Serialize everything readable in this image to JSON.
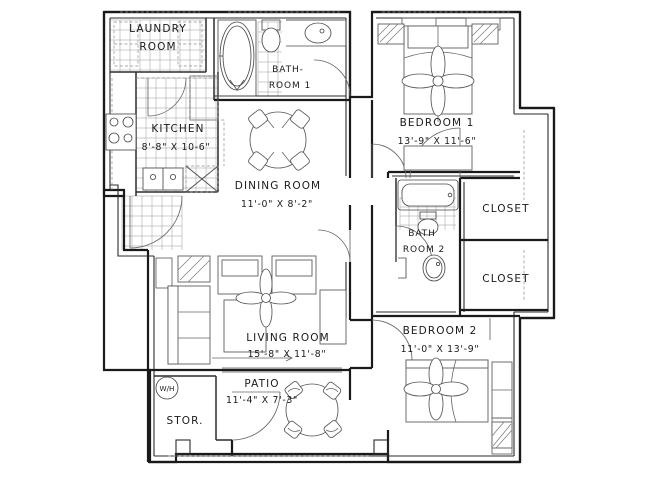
{
  "document": {
    "type": "residential-floor-plan",
    "background_color": "#ffffff",
    "line_color": "#1a1a1a"
  },
  "rooms": [
    {
      "id": "laundry",
      "name": "LAUNDRY",
      "name2": "ROOM",
      "dimensions": ""
    },
    {
      "id": "kitchen",
      "name": "KITCHEN",
      "dimensions": "8'-8\" X 10-6\""
    },
    {
      "id": "bathroom1",
      "name": "BATH-",
      "name2": "ROOM 1",
      "dimensions": ""
    },
    {
      "id": "dining",
      "name": "DINING ROOM",
      "dimensions": "11'-0\" X 8'-2\""
    },
    {
      "id": "bedroom1",
      "name": "BEDROOM 1",
      "dimensions": "13'-9\" X 11'-6\""
    },
    {
      "id": "closet1",
      "name": "CLOSET",
      "dimensions": ""
    },
    {
      "id": "closet2",
      "name": "CLOSET",
      "dimensions": ""
    },
    {
      "id": "bathroom2",
      "name": "BATH",
      "name2": "ROOM 2",
      "dimensions": ""
    },
    {
      "id": "bedroom2",
      "name": "BEDROOM 2",
      "dimensions": "11'-0\" X 13'-9\""
    },
    {
      "id": "living",
      "name": "LIVING ROOM",
      "dimensions": "15'-8\" X 11'-8\""
    },
    {
      "id": "patio",
      "name": "PATIO",
      "dimensions": "11'-4\" X 7'-3\""
    },
    {
      "id": "storage",
      "name": "STOR.",
      "dimensions": ""
    }
  ],
  "labels": {
    "laundry_line1": "LAUNDRY",
    "laundry_line2": "ROOM",
    "kitchen_name": "KITCHEN",
    "kitchen_dim": "8'-8\" X 10-6\"",
    "bathroom1_line1": "BATH-",
    "bathroom1_line2": "ROOM 1",
    "dining_name": "DINING ROOM",
    "dining_dim": "11'-0\" X 8'-2\"",
    "bedroom1_name": "BEDROOM 1",
    "bedroom1_dim": "13'-9\" X 11'-6\"",
    "closet1_name": "CLOSET",
    "closet2_name": "CLOSET",
    "bathroom2_line1": "BATH",
    "bathroom2_line2": "ROOM 2",
    "bedroom2_name": "BEDROOM 2",
    "bedroom2_dim": "11'-0\" X 13'-9\"",
    "living_name": "LIVING ROOM",
    "living_dim": "15'-8\" X 11'-8\"",
    "patio_name": "PATIO",
    "patio_dim": "11'-4\" X 7'-3\"",
    "storage_name": "STOR.",
    "water_heater": "W/H"
  },
  "fixtures": [
    {
      "name": "bathtub-oval",
      "room": "bathroom1"
    },
    {
      "name": "toilet",
      "room": "bathroom1"
    },
    {
      "name": "sink",
      "room": "bathroom1"
    },
    {
      "name": "bathtub",
      "room": "bathroom2"
    },
    {
      "name": "toilet",
      "room": "bathroom2"
    },
    {
      "name": "sink",
      "room": "bathroom2"
    },
    {
      "name": "range-burners",
      "room": "kitchen"
    },
    {
      "name": "double-sink",
      "room": "kitchen"
    },
    {
      "name": "dishwasher",
      "room": "kitchen"
    },
    {
      "name": "water-heater",
      "room": "storage"
    }
  ],
  "furniture": [
    {
      "name": "dining-table-round",
      "room": "dining"
    },
    {
      "name": "dining-chairs",
      "room": "dining",
      "count": 4
    },
    {
      "name": "bed-queen",
      "room": "bedroom1"
    },
    {
      "name": "ceiling-fan",
      "room": "bedroom1"
    },
    {
      "name": "nightstand",
      "room": "bedroom1",
      "count": 2
    },
    {
      "name": "dresser",
      "room": "bedroom1"
    },
    {
      "name": "bed-queen",
      "room": "bedroom2"
    },
    {
      "name": "ceiling-fan",
      "room": "bedroom2"
    },
    {
      "name": "sofa",
      "room": "living"
    },
    {
      "name": "armchair",
      "room": "living",
      "count": 2
    },
    {
      "name": "coffee-table",
      "room": "living"
    },
    {
      "name": "ceiling-fan",
      "room": "living"
    },
    {
      "name": "tv-stand",
      "room": "living"
    },
    {
      "name": "patio-table-round",
      "room": "patio"
    },
    {
      "name": "patio-chairs",
      "room": "patio",
      "count": 4
    }
  ]
}
